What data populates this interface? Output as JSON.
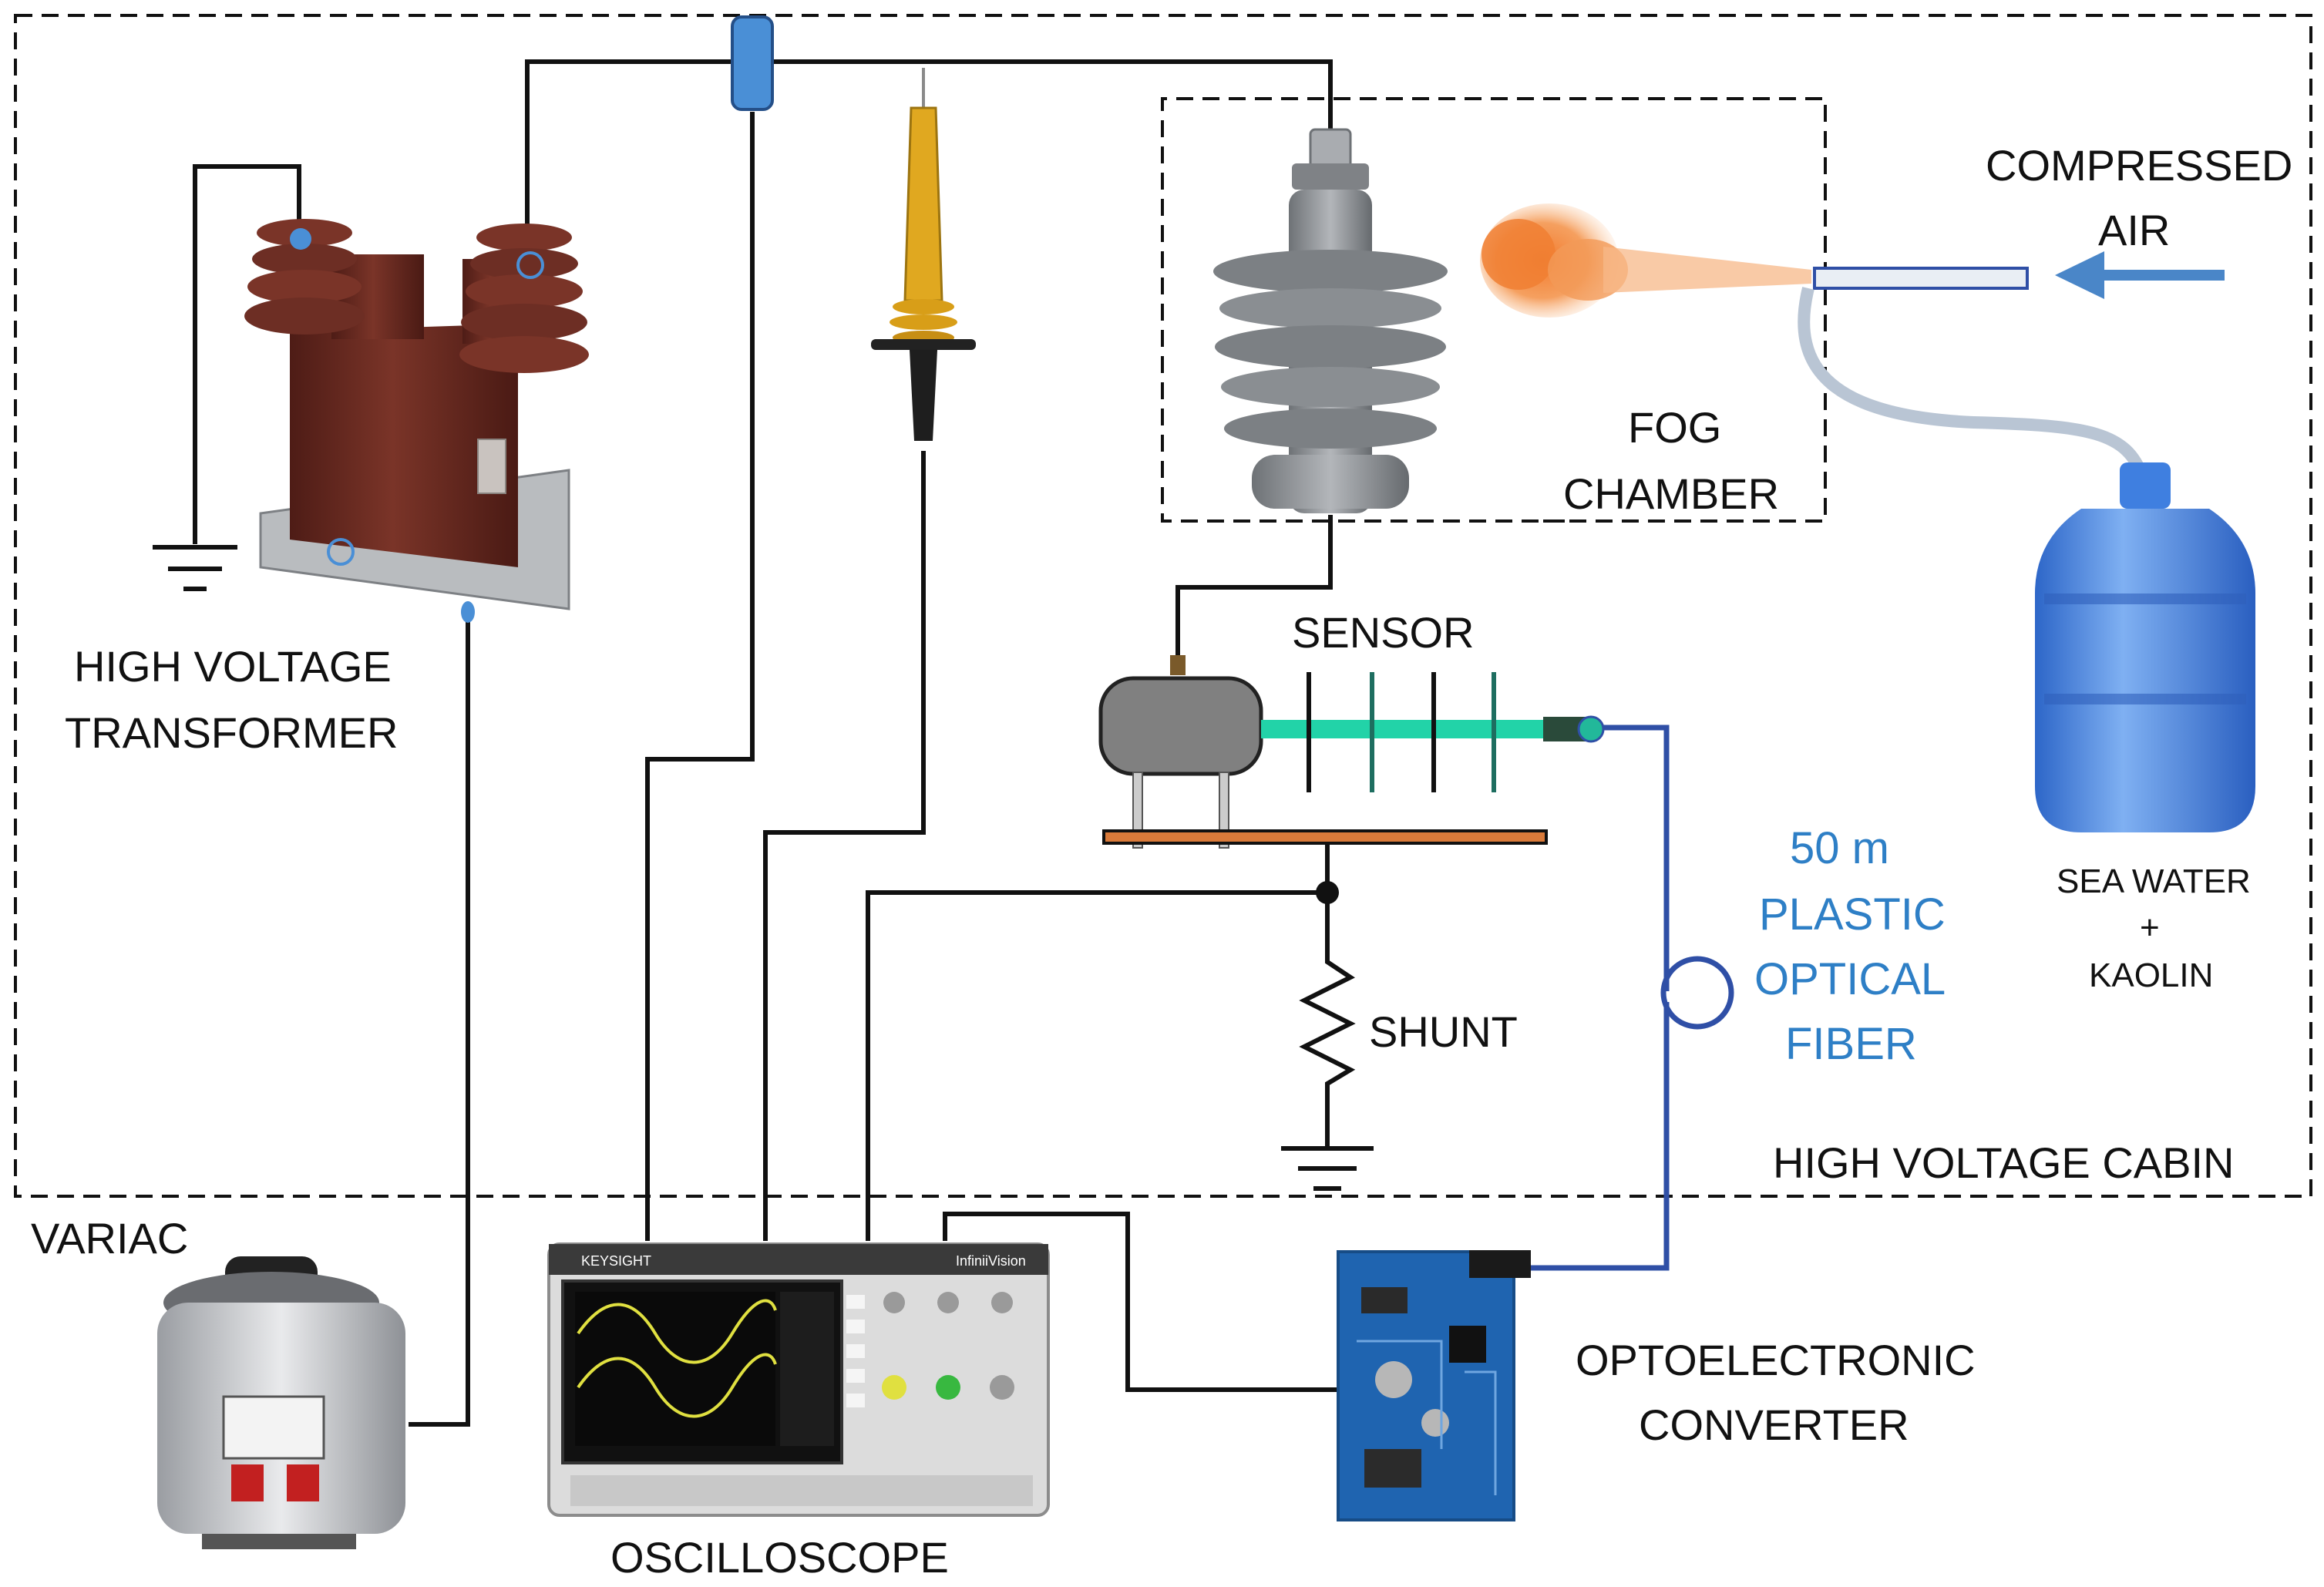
{
  "labels": {
    "high_voltage": "HIGH VOLTAGE",
    "transformer": "TRANSFORMER",
    "compressed": "COMPRESSED",
    "air": "AIR",
    "fog": "FOG",
    "chamber": "CHAMBER",
    "sensor": "SENSOR",
    "shunt": "SHUNT",
    "sea_water": "SEA WATER",
    "plus": "+",
    "kaolin": "KAOLIN",
    "fiber_length": "50 m",
    "fiber_plastic": "PLASTIC",
    "fiber_optical": "OPTICAL",
    "fiber_fiber": "FIBER",
    "high_voltage_cabin": "HIGH VOLTAGE CABIN",
    "variac": "VARIAC",
    "oscilloscope": "OSCILLOSCOPE",
    "optoelectronic": "OPTOELECTRONIC",
    "converter": "CONVERTER"
  },
  "device_text": {
    "scope_brand": "KEYSIGHT",
    "scope_series": "InfiniiVision"
  },
  "colors": {
    "fiber": "#2f4fa6",
    "fiber_label": "#2e7fc6",
    "air_arrow": "#4a86c8",
    "transformer": "#6b2a22",
    "insulator": "#8f9296",
    "probe": "#e0a820",
    "sensor_rod": "#22d3a8",
    "pcb": "#1f64b0",
    "water_jug": "#3f7fe0",
    "fog": "#f08a3c"
  },
  "icons": {
    "ground": "ground-icon",
    "shunt": "resistor-icon",
    "coil": "fiber-coil-icon",
    "arrow": "arrow-left-icon"
  }
}
